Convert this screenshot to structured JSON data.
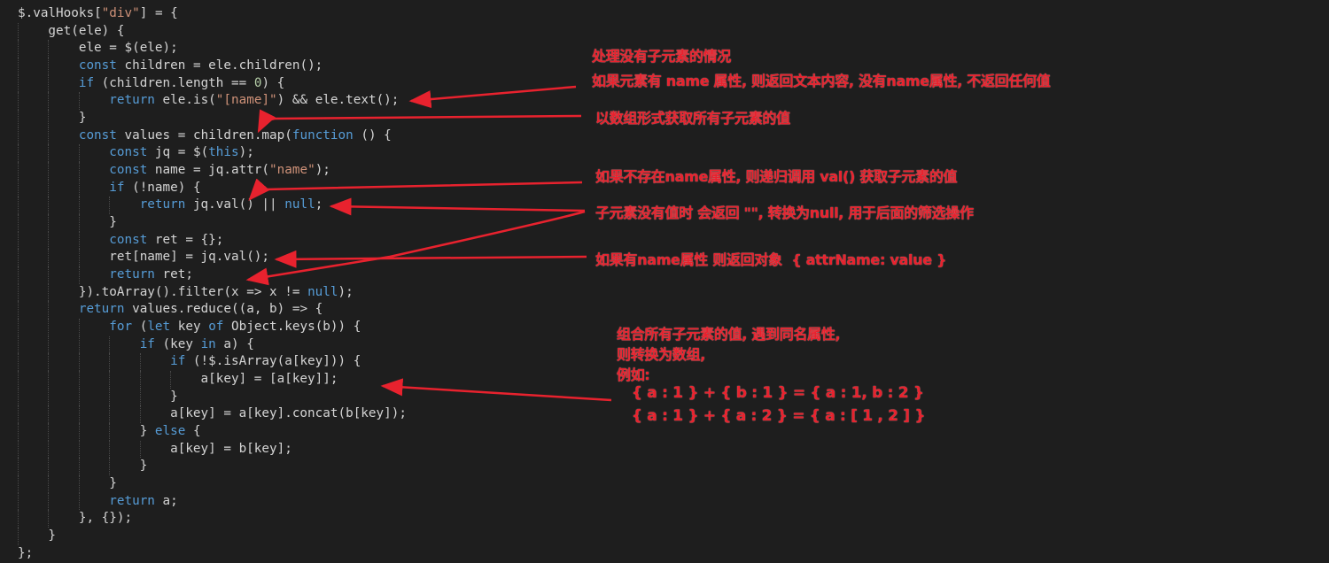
{
  "code_lines": [
    [
      [
        "",
        "$.valHooks["
      ],
      [
        "s",
        "\"div\""
      ],
      [
        "",
        "] = {"
      ]
    ],
    [
      [
        "i",
        "    "
      ],
      [
        "",
        "get(ele) {"
      ]
    ],
    [
      [
        "i",
        "        "
      ],
      [
        "",
        "ele = $(ele);"
      ]
    ],
    [
      [
        "i",
        "        "
      ],
      [
        "k",
        "const"
      ],
      [
        "",
        " children = ele.children();"
      ]
    ],
    [
      [
        "i",
        "        "
      ],
      [
        "k",
        "if"
      ],
      [
        "",
        " (children.length == "
      ],
      [
        "n",
        "0"
      ],
      [
        "",
        ") {"
      ]
    ],
    [
      [
        "i",
        "            "
      ],
      [
        "k",
        "return"
      ],
      [
        "",
        " ele.is("
      ],
      [
        "s",
        "\"[name]\""
      ],
      [
        "",
        ") && ele.text();"
      ]
    ],
    [
      [
        "i",
        "        "
      ],
      [
        "",
        "}"
      ]
    ],
    [
      [
        "i",
        "        "
      ],
      [
        "k",
        "const"
      ],
      [
        "",
        " values = children.map("
      ],
      [
        "k",
        "function"
      ],
      [
        "",
        " () {"
      ]
    ],
    [
      [
        "i",
        "            "
      ],
      [
        "k",
        "const"
      ],
      [
        "",
        " jq = $("
      ],
      [
        "k",
        "this"
      ],
      [
        "",
        ");"
      ]
    ],
    [
      [
        "i",
        "            "
      ],
      [
        "k",
        "const"
      ],
      [
        "",
        " name = jq.attr("
      ],
      [
        "s",
        "\"name\""
      ],
      [
        "",
        ");"
      ]
    ],
    [
      [
        "i",
        "            "
      ],
      [
        "k",
        "if"
      ],
      [
        "",
        " (!name) {"
      ]
    ],
    [
      [
        "i",
        "                "
      ],
      [
        "k",
        "return"
      ],
      [
        "",
        " jq.val() || "
      ],
      [
        "k",
        "null"
      ],
      [
        "",
        ";"
      ]
    ],
    [
      [
        "i",
        "            "
      ],
      [
        "",
        "}"
      ]
    ],
    [
      [
        "i",
        "            "
      ],
      [
        "k",
        "const"
      ],
      [
        "",
        " ret = {};"
      ]
    ],
    [
      [
        "i",
        "            "
      ],
      [
        "",
        "ret[name] = jq.val();"
      ]
    ],
    [
      [
        "i",
        "            "
      ],
      [
        "k",
        "return"
      ],
      [
        "",
        " ret;"
      ]
    ],
    [
      [
        "i",
        "        "
      ],
      [
        "",
        "}).toArray().filter(x => x != "
      ],
      [
        "k",
        "null"
      ],
      [
        "",
        ");"
      ]
    ],
    [
      [
        "i",
        "        "
      ],
      [
        "k",
        "return"
      ],
      [
        "",
        " values.reduce((a, b) => {"
      ]
    ],
    [
      [
        "i",
        "            "
      ],
      [
        "k",
        "for"
      ],
      [
        "",
        " ("
      ],
      [
        "k",
        "let"
      ],
      [
        "",
        " key "
      ],
      [
        "k",
        "of"
      ],
      [
        "",
        " Object.keys(b)) {"
      ]
    ],
    [
      [
        "i",
        "                "
      ],
      [
        "k",
        "if"
      ],
      [
        "",
        " (key "
      ],
      [
        "k",
        "in"
      ],
      [
        "",
        " a) {"
      ]
    ],
    [
      [
        "i",
        "                    "
      ],
      [
        "k",
        "if"
      ],
      [
        "",
        " (!$.isArray(a[key])) {"
      ]
    ],
    [
      [
        "i",
        "                        "
      ],
      [
        "",
        "a[key] = [a[key]];"
      ]
    ],
    [
      [
        "i",
        "                    "
      ],
      [
        "",
        "}"
      ]
    ],
    [
      [
        "i",
        "                    "
      ],
      [
        "",
        "a[key] = a[key].concat(b[key]);"
      ]
    ],
    [
      [
        "i",
        "                "
      ],
      [
        "",
        "} "
      ],
      [
        "k",
        "else"
      ],
      [
        "",
        " {"
      ]
    ],
    [
      [
        "i",
        "                    "
      ],
      [
        "",
        "a[key] = b[key];"
      ]
    ],
    [
      [
        "i",
        "                "
      ],
      [
        "",
        "}"
      ]
    ],
    [
      [
        "i",
        "            "
      ],
      [
        "",
        "}"
      ]
    ],
    [
      [
        "i",
        "            "
      ],
      [
        "k",
        "return"
      ],
      [
        "",
        " a;"
      ]
    ],
    [
      [
        "i",
        "        "
      ],
      [
        "",
        "}, {});"
      ]
    ],
    [
      [
        "i",
        "    "
      ],
      [
        "",
        "}"
      ]
    ],
    [
      [
        "",
        "};"
      ]
    ]
  ],
  "annotations": {
    "no_children_title": "处理没有子元素的情况",
    "no_children_detail": "如果元素有 name 属性, 则返回文本内容, 没有name属性, 不返回任何值",
    "map_values": "以数组形式获取所有子元素的值",
    "no_name_recursive": "如果不存在name属性, 则递归调用 val() 获取子元素的值",
    "empty_to_null": "子元素没有值时 会返回 \"\", 转换为null, 用于后面的筛选操作",
    "has_name_object": "如果有name属性 则返回对象  { attrName: value }",
    "reduce_line1": "组合所有子元素的值, 遇到同名属性,",
    "reduce_line2": "则转换为数组,",
    "reduce_line3": "例如:",
    "reduce_example1": "   { a : 1 } + { b : 1 } = { a : 1, b : 2 }",
    "reduce_example2": "   { a : 1 } + { a : 2 } = { a : [ 1 , 2 ] }"
  },
  "colors": {
    "background": "#1e1e1e",
    "keyword": "#569cd6",
    "string": "#ce9178",
    "number": "#b5cea8",
    "annotation": "#e8222e"
  }
}
